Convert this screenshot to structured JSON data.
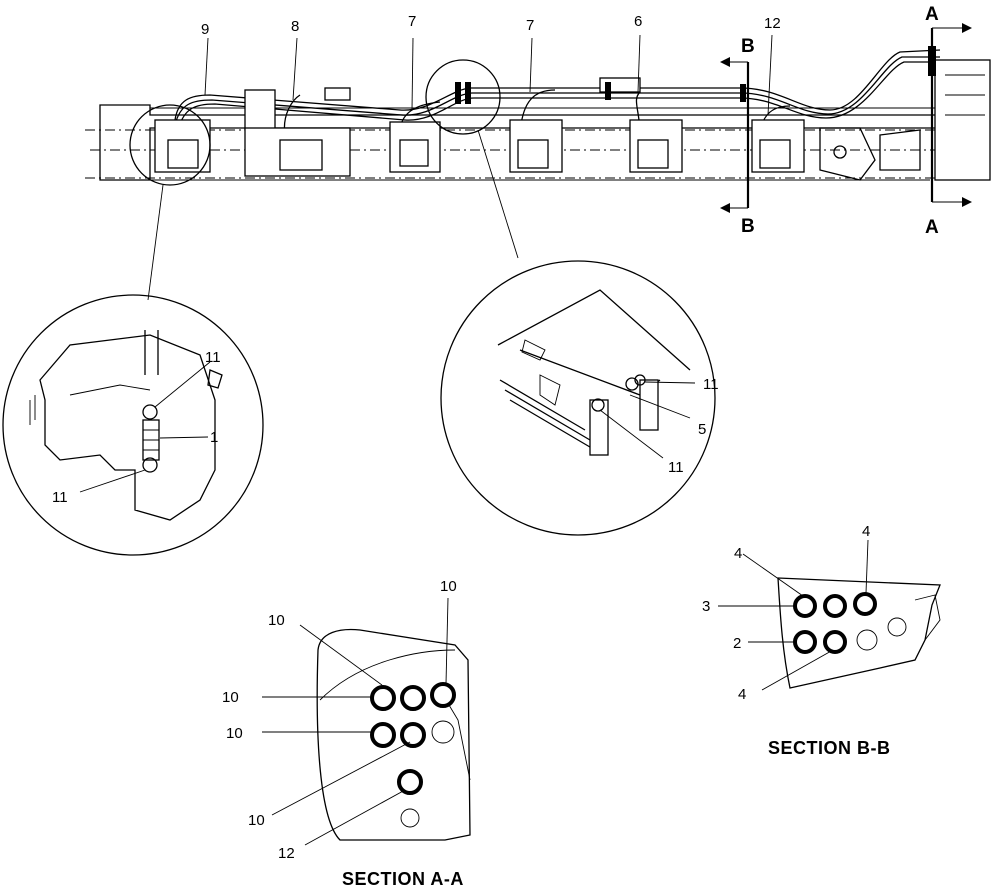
{
  "main_view": {
    "callouts": {
      "c9": "9",
      "c8": "8",
      "c7a": "7",
      "c7b": "7",
      "c6": "6",
      "c12": "12"
    },
    "section_markers": {
      "a_top": "A",
      "a_bottom": "A",
      "b_top": "B",
      "b_bottom": "B"
    }
  },
  "detail_left": {
    "callouts": {
      "top": "11",
      "middle": "1",
      "bottom": "11"
    }
  },
  "detail_right": {
    "callouts": {
      "upper": "11",
      "middle": "5",
      "lower": "11"
    }
  },
  "section_aa": {
    "title": "SECTION A-A",
    "callouts": {
      "top_left": "10",
      "top_right": "10",
      "row1_left": "10",
      "row2_left": "10",
      "lower": "10",
      "bottom": "12"
    }
  },
  "section_bb": {
    "title": "SECTION B-B",
    "callouts": {
      "top_left": "4",
      "top_right": "4",
      "left_upper": "3",
      "left_lower": "2",
      "bottom": "4"
    }
  }
}
